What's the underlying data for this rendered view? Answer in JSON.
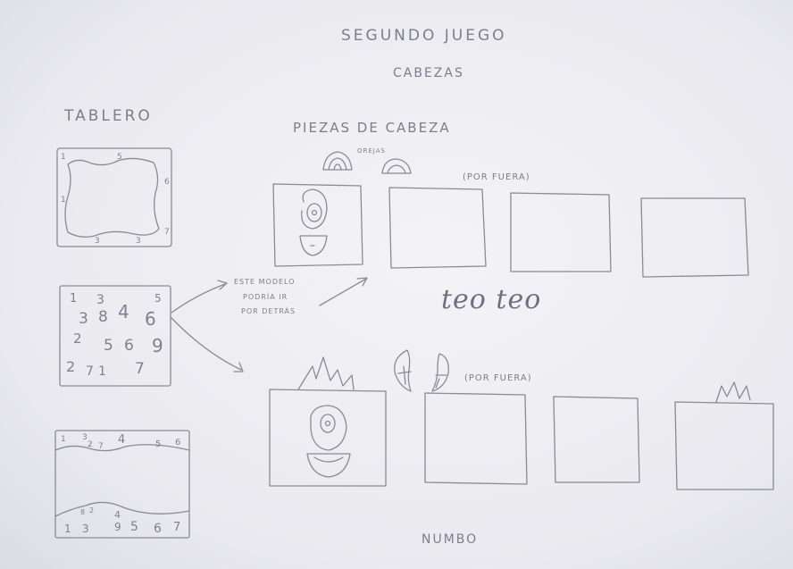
{
  "title": "SEGUNDO JUEGO",
  "subtitle": "CABEZAS",
  "labels": {
    "tablero": "TABLERO",
    "piezas": "PIEZAS  DE  CABEZA",
    "orejas": "OREJAS",
    "por_fuera_1": "(POR FUERA)",
    "por_fuera_2": "(POR FUERA)",
    "note_line1": "ESTE MODELO",
    "note_line2": "PODRÍA IR",
    "note_line3": "POR DETRÁS",
    "teo": "teo  teo",
    "numbo": "NUMBO"
  },
  "boards": {
    "board1_numbers": [
      "1",
      "5",
      "6",
      "1",
      "3",
      "3",
      "7"
    ],
    "board2_numbers": [
      "1",
      "3",
      "4",
      "5",
      "3",
      "8",
      "6",
      "2",
      "5",
      "6",
      "9",
      "2",
      "7",
      "1",
      "7"
    ],
    "board3_top_numbers": [
      "1",
      "3",
      "2",
      "7",
      "4",
      "5",
      "6"
    ],
    "board3_bottom_numbers": [
      "1",
      "8",
      "2",
      "3",
      "4",
      "9",
      "5",
      "6",
      "7"
    ]
  }
}
